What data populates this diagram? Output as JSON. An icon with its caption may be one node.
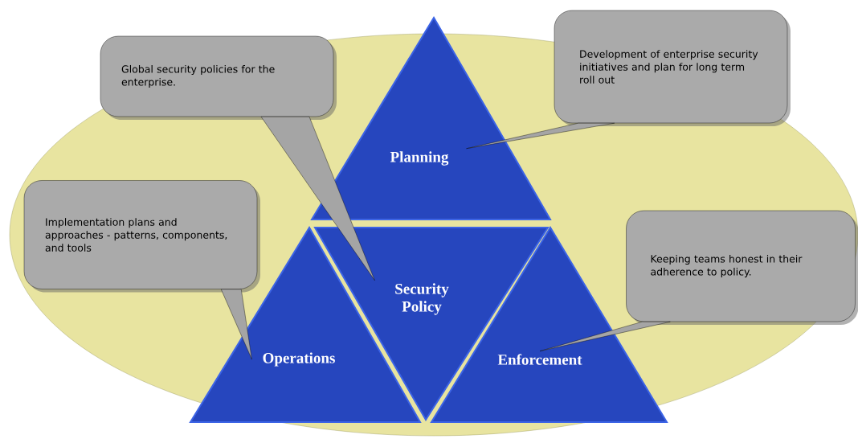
{
  "diagram": {
    "nodes": [
      {
        "text": [
          "Global security policies for the enterprise."
        ]
      },
      {
        "text": [
          "Development of enterprise security initiatives and plan for long term roll out"
        ]
      },
      {
        "text": [
          "Planning"
        ]
      },
      {
        "text": [
          "Implementation plans and approaches - patterns, components, and tools"
        ]
      },
      {
        "text": [
          "Security Policy"
        ]
      },
      {
        "text": [
          "Keeping teams honest in their adherence to policy."
        ]
      },
      {
        "text": [
          "Operations"
        ]
      },
      {
        "text": [
          "Enforcement"
        ]
      }
    ],
    "edges": [
      {
        "from": 0,
        "to": 4,
        "arrow": "none"
      },
      {
        "from": 1,
        "to": 2,
        "arrow": "none"
      },
      {
        "from": 3,
        "to": 6,
        "arrow": "none"
      },
      {
        "from": 5,
        "to": 7,
        "arrow": "none"
      }
    ]
  }
}
